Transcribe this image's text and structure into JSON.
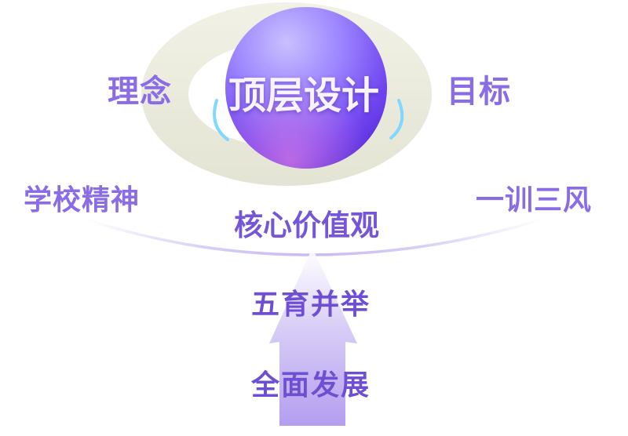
{
  "diagram": {
    "center_label": "顶层设计",
    "left_label": "理念",
    "right_label": "目标",
    "arc_left_label": "学校精神",
    "arc_right_label": "一训三风",
    "arc_center_label": "核心价值观",
    "arrow_upper_label": "五育并举",
    "arrow_lower_label": "全面发展"
  },
  "colors": {
    "text_purple": "#8a6ce6",
    "ring": "#ebebdc",
    "sphere_light": "#a898ff",
    "sphere_dark": "#5a2fe0",
    "accent_blue": "#6ed3ff"
  }
}
